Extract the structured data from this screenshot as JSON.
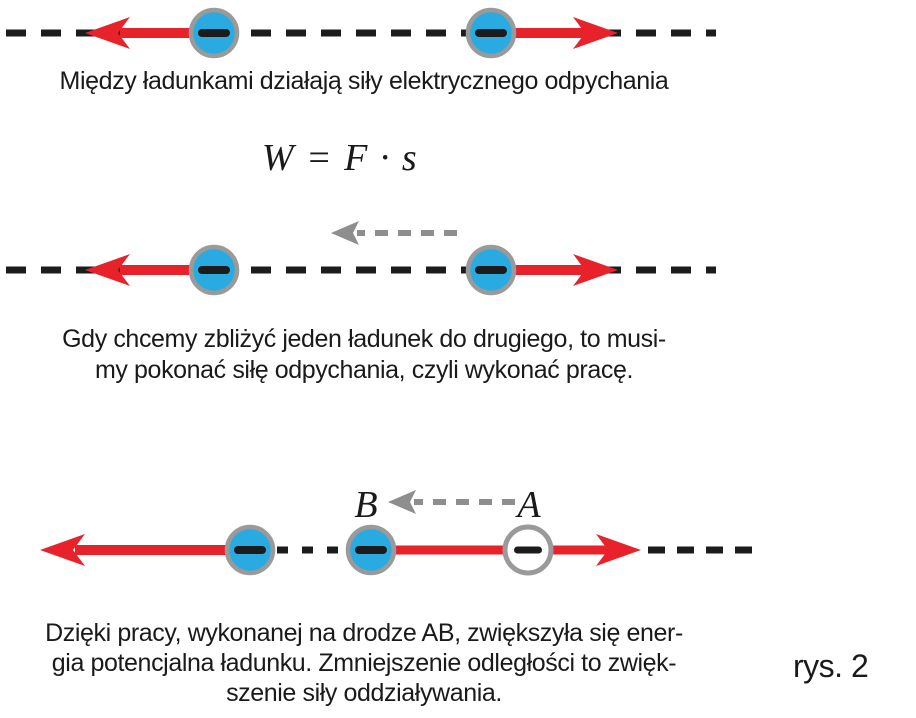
{
  "captions": {
    "repulsion": "Między ładunkami działają siły elektrycznego odpychania",
    "work_line1": "Gdy chcemy zbliżyć jeden ładunek do drugiego, to musi-",
    "work_line2": "my pokonać siłę odpychania, czyli wykonać pracę.",
    "energy_line1": "Dzięki pracy, wykonanej na drodze AB, zwiększyła się ener-",
    "energy_line2": "gia potencjalna ładunku. Zmniejszenie odległości to zwięk-",
    "energy_line3": "szenie siły oddziaływania."
  },
  "formula": {
    "text": "W = F · s"
  },
  "labels": {
    "point_b": "B",
    "point_a": "A",
    "figure": "rys. 2"
  },
  "diagram": {
    "rows": [
      {
        "name": "repulsion-between-two-charges",
        "charges": [
          "negative",
          "negative"
        ],
        "force_arrows": [
          "left",
          "right"
        ]
      },
      {
        "name": "pushing-charge-closer",
        "charges": [
          "negative",
          "negative"
        ],
        "force_arrows": [
          "left",
          "right"
        ],
        "displacement_arrow": "left"
      },
      {
        "name": "work-done-on-path-AB",
        "charges": [
          "negative",
          "negative",
          "negative-outline"
        ],
        "force_arrows": [
          "left",
          "right"
        ],
        "displacement_arrow": "A-to-B",
        "point_labels": [
          "B",
          "A"
        ]
      }
    ]
  },
  "icons": {
    "negative_charge": "blue-circle-with-minus",
    "charge_start_position": "outline-circle-with-minus",
    "force_arrow": "red-solid-arrow",
    "displacement_arrow": "gray-dashed-arrow"
  },
  "colors": {
    "charge_fill": "#29abe2",
    "charge_ring": "#9a9a9a",
    "force_arrow": "#e8222b",
    "displacement_arrow": "#8e8e8e",
    "axis_line": "#1c1c1c",
    "text": "#1a1a1a",
    "background": "#ffffff"
  }
}
